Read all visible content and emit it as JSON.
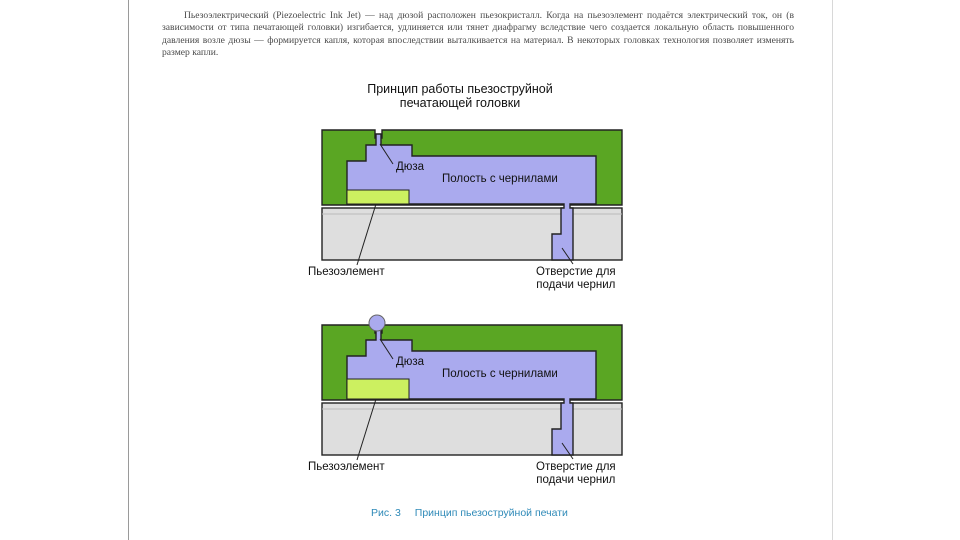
{
  "intro": {
    "term": "Пьезоэлектрический (Piezoelectric Ink Jet)",
    "text": " — над дюзой расположен пьезокристалл. Когда на пьезоэлемент подаётся электрический ток, он (в зависимости от типа печатающей головки) изгибается, удлиняется или тянет диафрагму вследствие чего создается локальную область повышенного давления возле дюзы — формируется капля, которая впоследствии выталкивается на материал. В некоторых головках технология позволяет изменять размер капли."
  },
  "diagram_title": {
    "line1": "Принцип работы пьезоструйной",
    "line2": "печатающей головки"
  },
  "panels": [
    {
      "state": "idle",
      "nozzle_label": "Дюза",
      "cavity_label": "Полость с чернилами",
      "piezo_label": "Пьезоэлемент",
      "inlet_label_line1": "Отверстие для",
      "inlet_label_line2": "подачи чернил"
    },
    {
      "state": "droplet",
      "nozzle_label": "Дюза",
      "cavity_label": "Полость с чернилами",
      "piezo_label": "Пьезоэлемент",
      "inlet_label_line1": "Отверстие для",
      "inlet_label_line2": "подачи чернил"
    }
  ],
  "caption": {
    "number": "Рис. 3",
    "text": "Принцип пьезоструйной печати"
  },
  "colors": {
    "housing": "#5aa623",
    "ink": "#aaaaee",
    "piezo": "#ccf060",
    "base": "#dedede",
    "caption": "#2f8ab8"
  }
}
